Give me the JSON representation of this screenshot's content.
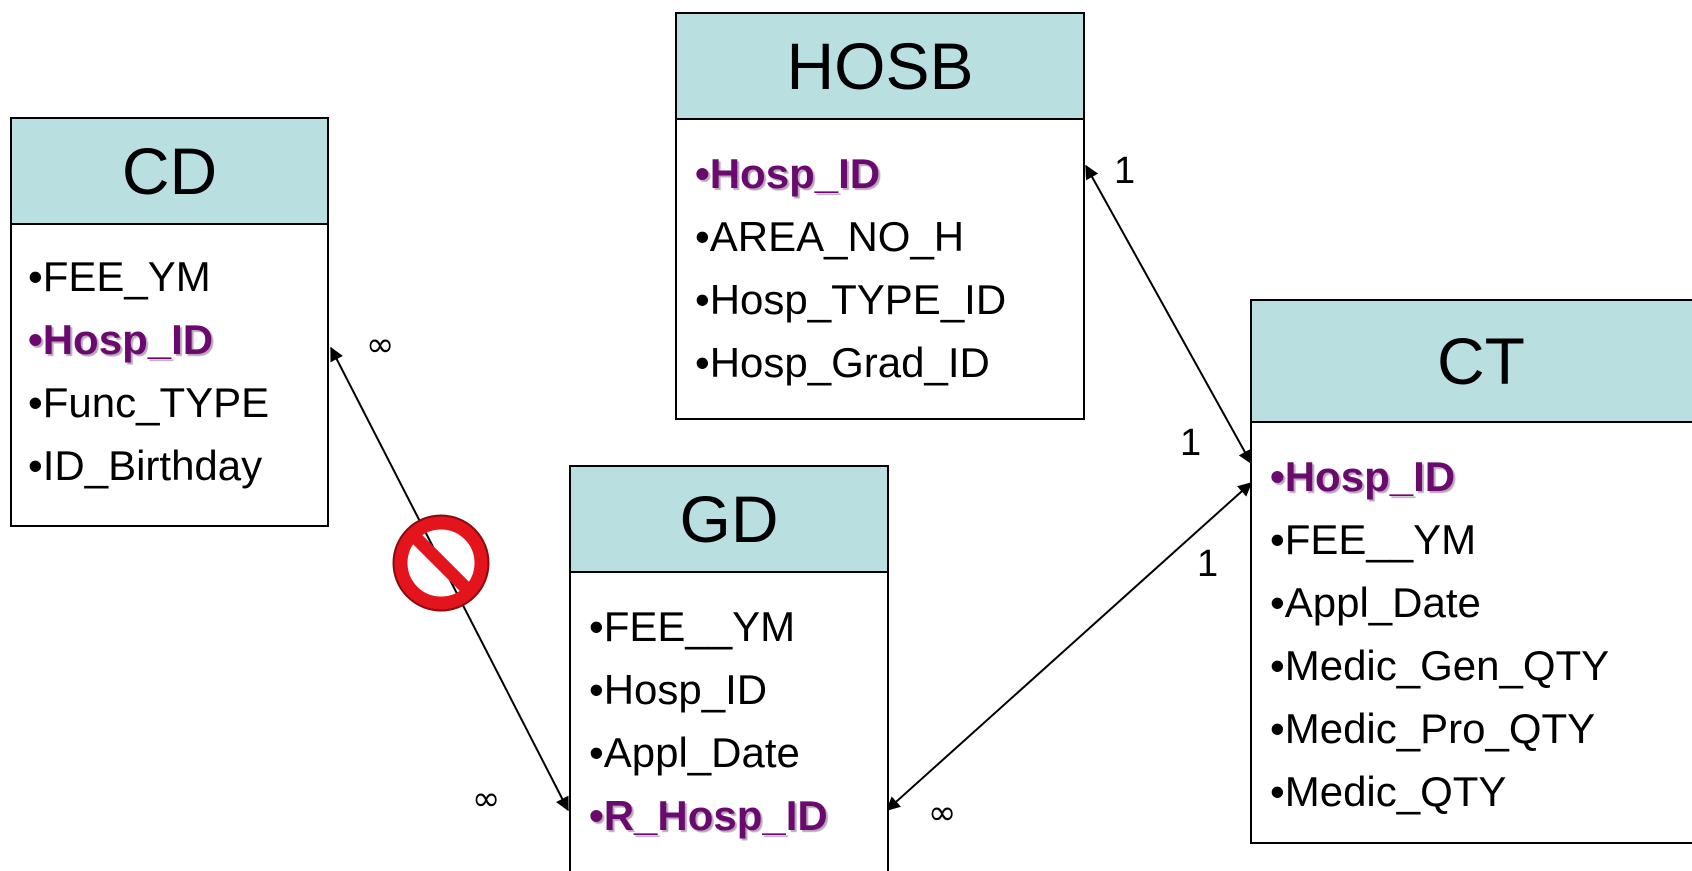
{
  "bullet": "•",
  "colors": {
    "header_bg": "#b9dfe1",
    "key_field": "#6b0a6e",
    "prohibit_red": "#e3141b"
  },
  "tables": {
    "cd": {
      "name": "CD",
      "fields": [
        {
          "name": "FEE_YM",
          "key": false
        },
        {
          "name": "Hosp_ID",
          "key": true
        },
        {
          "name": "Func_TYPE",
          "key": false
        },
        {
          "name": "ID_Birthday",
          "key": false
        }
      ]
    },
    "hosb": {
      "name": "HOSB",
      "fields": [
        {
          "name": "Hosp_ID",
          "key": true
        },
        {
          "name": "AREA_NO_H",
          "key": false
        },
        {
          "name": "Hosp_TYPE_ID",
          "key": false
        },
        {
          "name": "Hosp_Grad_ID",
          "key": false
        }
      ]
    },
    "gd": {
      "name": "GD",
      "fields": [
        {
          "name": "FEE__YM",
          "key": false
        },
        {
          "name": "Hosp_ID",
          "key": false
        },
        {
          "name": "Appl_Date",
          "key": false
        },
        {
          "name": "R_Hosp_ID",
          "key": true
        }
      ]
    },
    "ct": {
      "name": "CT",
      "fields": [
        {
          "name": "Hosp_ID",
          "key": true
        },
        {
          "name": "FEE__YM",
          "key": false
        },
        {
          "name": "Appl_Date",
          "key": false
        },
        {
          "name": "Medic_Gen_QTY",
          "key": false
        },
        {
          "name": "Medic_Pro_QTY",
          "key": false
        },
        {
          "name": "Medic_QTY",
          "key": false
        }
      ]
    }
  },
  "relationships": {
    "cd_gd": {
      "from": "CD",
      "to": "GD",
      "from_card": "∞",
      "to_card": "∞",
      "prohibited": true,
      "prohibit_icon": "prohibited-icon"
    },
    "hosb_ct": {
      "from": "HOSB",
      "to": "CT",
      "from_card": "1",
      "to_card": "1"
    },
    "gd_ct": {
      "from": "GD",
      "to": "CT",
      "from_card": "∞",
      "to_card": "1"
    }
  }
}
